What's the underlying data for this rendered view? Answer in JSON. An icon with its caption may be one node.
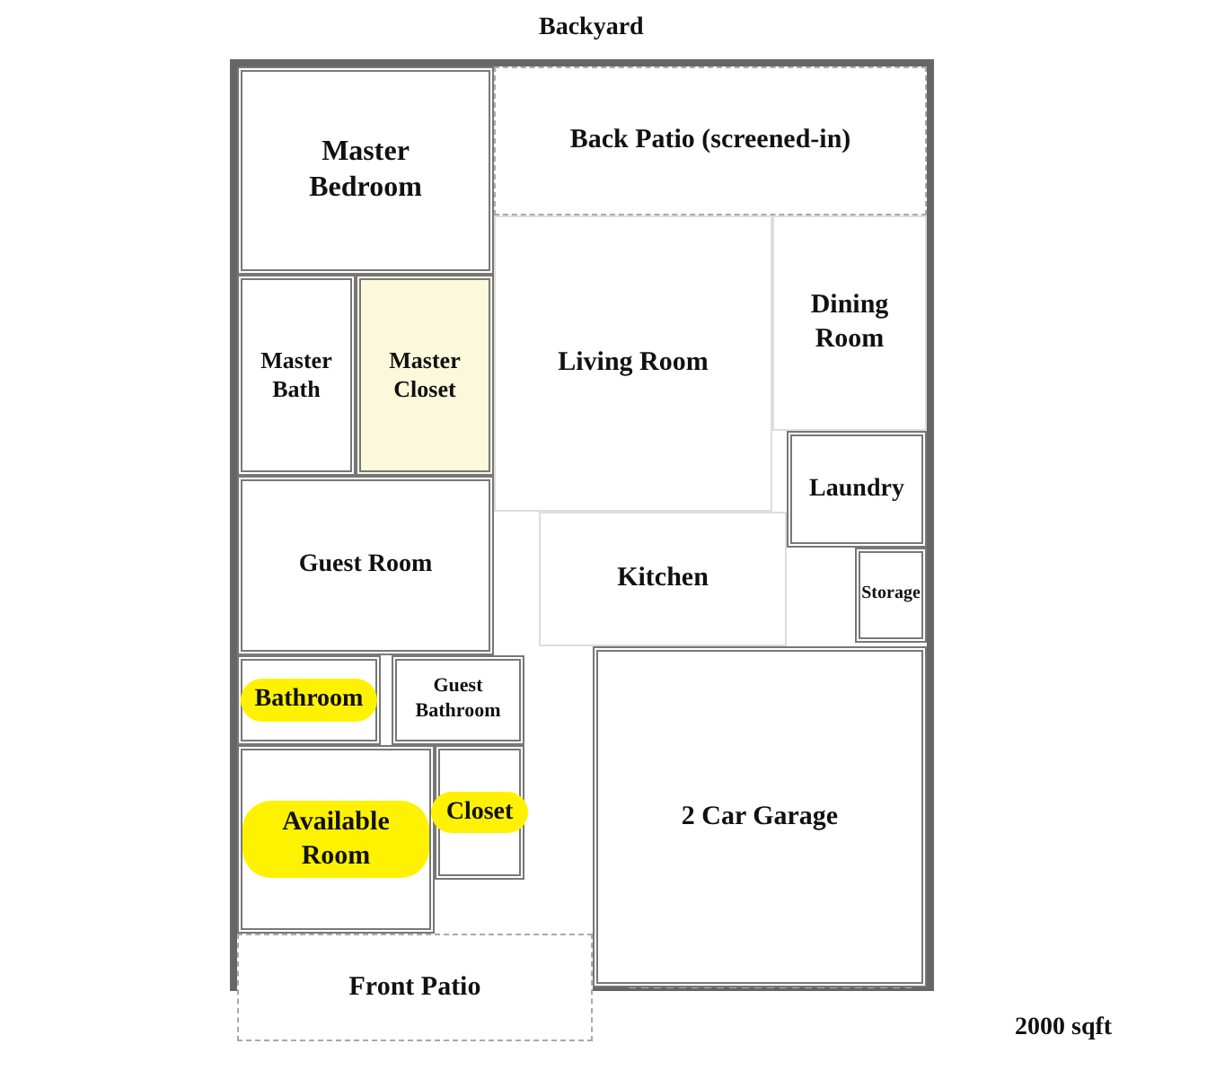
{
  "diagram": {
    "nodes": [
      {
        "text": [
          "Master Bedroom"
        ]
      },
      {
        "text": [
          "Back Patio (screened-in)"
        ]
      },
      {
        "text": [
          "Master Bath"
        ]
      },
      {
        "text": [
          "Master Closet"
        ]
      },
      {
        "text": [
          "Living Room"
        ]
      },
      {
        "text": [
          "Dining Room"
        ]
      },
      {
        "text": [
          "Laundry"
        ]
      },
      {
        "text": [
          "Guest Room"
        ]
      },
      {
        "text": [
          "Kitchen"
        ]
      },
      {
        "text": [
          "Storage"
        ]
      },
      {
        "text": [
          "Bathroom"
        ]
      },
      {
        "text": [
          "Guest Bathroom"
        ]
      },
      {
        "text": [
          "Available Room"
        ]
      },
      {
        "text": [
          "Closet"
        ]
      },
      {
        "text": [
          "2 Car Garage"
        ]
      },
      {
        "text": [
          "Front Patio"
        ]
      }
    ],
    "labels": [
      "Backyard",
      "2000 sqft"
    ]
  }
}
